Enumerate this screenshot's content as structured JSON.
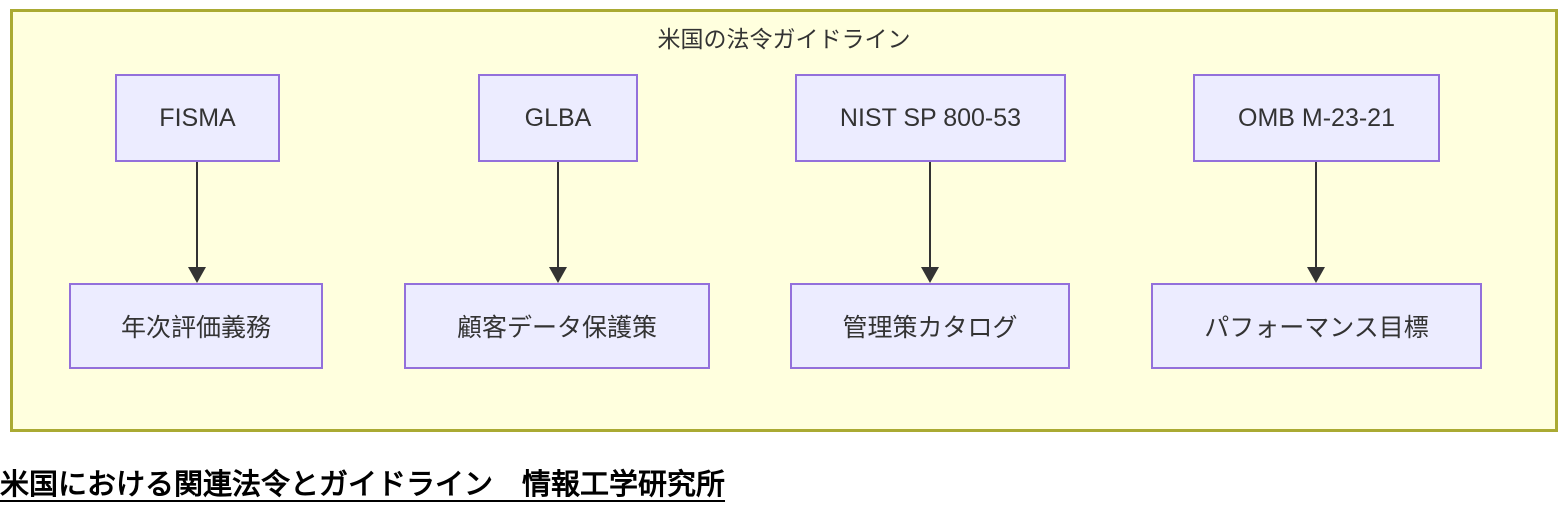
{
  "diagram": {
    "title": "米国の法令ガイドライン",
    "type": "flowchart",
    "colors": {
      "cluster_fill": "#ffffde",
      "cluster_border": "#aaaa33",
      "node_fill": "#ececff",
      "node_border": "#9370db",
      "arrow": "#333333",
      "text": "#333333"
    },
    "columns": [
      {
        "top": {
          "label": "FISMA"
        },
        "bottom": {
          "label": "年次評価義務"
        }
      },
      {
        "top": {
          "label": "GLBA"
        },
        "bottom": {
          "label": "顧客データ保護策"
        }
      },
      {
        "top": {
          "label": "NIST SP 800-53"
        },
        "bottom": {
          "label": "管理策カタログ"
        }
      },
      {
        "top": {
          "label": "OMB M-23-21"
        },
        "bottom": {
          "label": "パフォーマンス目標"
        }
      }
    ]
  },
  "caption": {
    "text": "米国における関連法令とガイドライン　情報工学研究所"
  }
}
